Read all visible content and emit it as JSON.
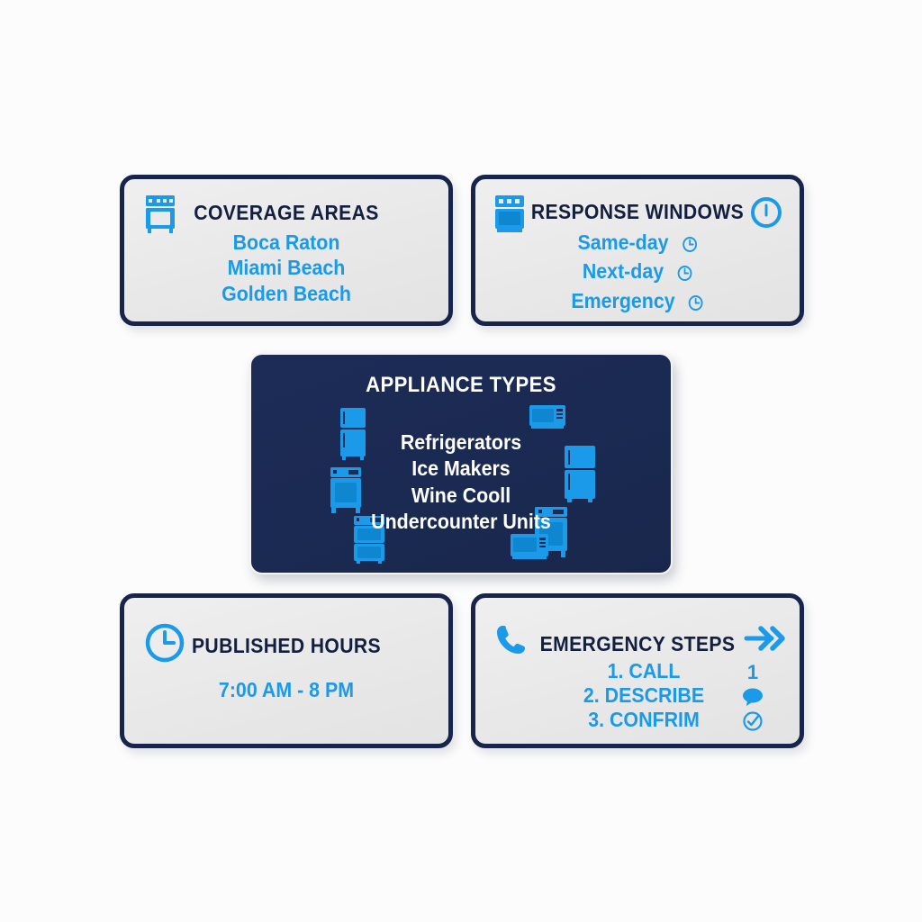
{
  "page": {
    "background_color": "#fcfcfc",
    "accent_blue": "#1a9ae8",
    "navy": "#17244b",
    "card_fill": "#eaeaea"
  },
  "cards": {
    "coverage": {
      "title": "COVERAGE AREAS",
      "icon": "oven-range-icon",
      "items": [
        "Boca Raton",
        "Miami Beach",
        "Golden Beach"
      ]
    },
    "response": {
      "title": "RESPONSE WINDOWS",
      "icon": "oven-range-icon",
      "badge_icon": "clock-badge-icon",
      "items": [
        {
          "label": "Same-day",
          "icon": "clock-icon"
        },
        {
          "label": "Next-day",
          "icon": "clock-icon"
        },
        {
          "label": "Emergency",
          "icon": "clock-icon"
        }
      ]
    },
    "appliance": {
      "title": "APPLIANCE TYPES",
      "items": [
        "Refrigerators",
        "Ice Makers",
        "Wine Cooll",
        "Undercounter Units"
      ],
      "decor_icons": [
        "refrigerator-icon",
        "range-oven-icon",
        "double-oven-icon",
        "microwave-icon",
        "refrigerator-icon",
        "oven-icon",
        "microwave-icon"
      ]
    },
    "hours": {
      "title": "PUBLISHED HOURS",
      "icon": "clock-icon",
      "value": "7:00 AM - 8 PM"
    },
    "steps": {
      "title": "EMERGENCY STEPS",
      "icon": "phone-icon",
      "arrow_icon": "double-arrow-right-icon",
      "items": [
        {
          "label": "1. CALL",
          "mark": "1",
          "mark_icon": "number-one"
        },
        {
          "label": "2. DESCRIBE",
          "mark": "",
          "mark_icon": "speech-bubble-icon"
        },
        {
          "label": "3. CONFRIM",
          "mark": "",
          "mark_icon": "check-circle-icon"
        }
      ]
    }
  }
}
